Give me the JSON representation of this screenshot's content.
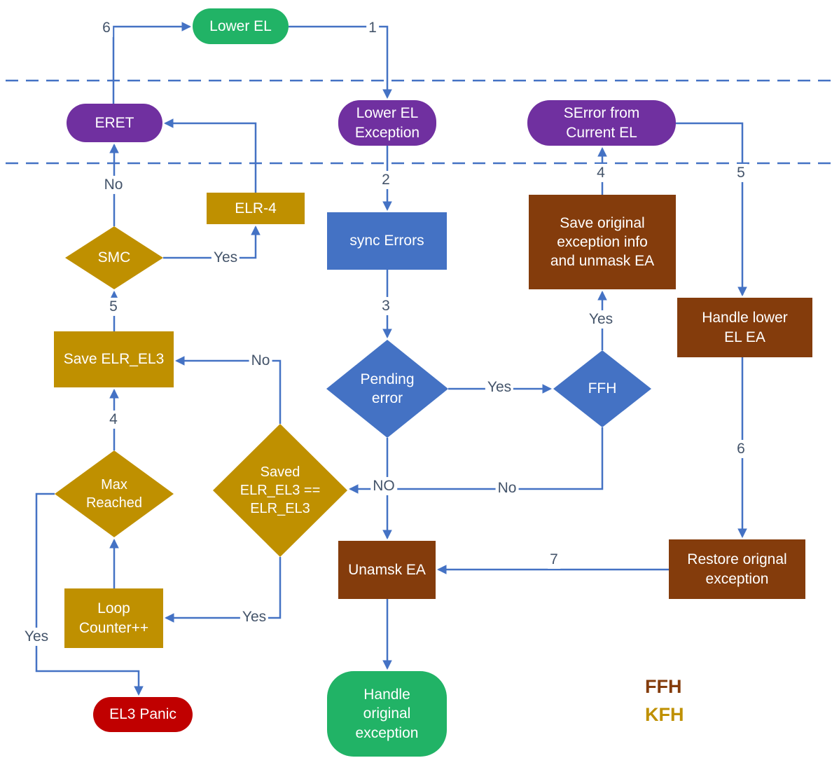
{
  "nodes": {
    "lower_el": {
      "label": "Lower EL",
      "type": "terminator"
    },
    "eret": {
      "label": "ERET",
      "type": "terminator"
    },
    "lower_el_exception": {
      "label": "Lower EL\nException",
      "type": "terminator"
    },
    "serror_from_current_el": {
      "label": "SError from\nCurrent EL",
      "type": "terminator"
    },
    "sync_errors": {
      "label": "sync Errors",
      "type": "process"
    },
    "save_original_exception": {
      "label": "Save original\nexception info\nand unmask EA",
      "type": "process"
    },
    "handle_lower_el_ea": {
      "label": "Handle lower\nEL EA",
      "type": "process"
    },
    "pending_error": {
      "label": "Pending\nerror",
      "type": "decision"
    },
    "ffh": {
      "label": "FFH",
      "type": "decision"
    },
    "elr_4": {
      "label": "ELR-4",
      "type": "process"
    },
    "smc": {
      "label": "SMC",
      "type": "decision"
    },
    "save_elr_el3": {
      "label": "Save ELR_EL3",
      "type": "process"
    },
    "max_reached": {
      "label": "Max\nReached",
      "type": "decision"
    },
    "saved_elr_el3_eq": {
      "label": "Saved\nELR_EL3 ==\nELR_EL3",
      "type": "decision"
    },
    "loop_counter": {
      "label": "Loop\nCounter++",
      "type": "process"
    },
    "unmask_ea": {
      "label": "Unamsk EA",
      "type": "process"
    },
    "restore_original_exception": {
      "label": "Restore orignal\nexception",
      "type": "process"
    },
    "handle_original_exception": {
      "label": "Handle\noriginal\nexception",
      "type": "terminator"
    },
    "el3_panic": {
      "label": "EL3 Panic",
      "type": "terminator"
    }
  },
  "edges": {
    "eret_to_lower_el": {
      "from": "eret",
      "to": "lower_el",
      "label": "6"
    },
    "lower_el_to_exception": {
      "from": "lower_el",
      "to": "lower_el_exception",
      "label": "1"
    },
    "exception_to_sync_errors": {
      "from": "lower_el_exception",
      "to": "sync_errors",
      "label": "2"
    },
    "sync_errors_to_pending": {
      "from": "sync_errors",
      "to": "pending_error",
      "label": "3"
    },
    "pending_to_ffh": {
      "from": "pending_error",
      "to": "ffh",
      "label": "Yes"
    },
    "pending_to_unmask": {
      "from": "pending_error",
      "to": "unmask_ea",
      "label": "NO"
    },
    "ffh_to_save_original": {
      "from": "ffh",
      "to": "save_original_exception",
      "label": "Yes"
    },
    "ffh_to_saved_elr": {
      "from": "ffh",
      "to": "saved_elr_el3_eq",
      "label": "No"
    },
    "save_original_to_serror": {
      "from": "save_original_exception",
      "to": "serror_from_current_el",
      "label": "4"
    },
    "serror_to_handle_lower": {
      "from": "serror_from_current_el",
      "to": "handle_lower_el_ea",
      "label": "5"
    },
    "handle_lower_to_restore": {
      "from": "handle_lower_el_ea",
      "to": "restore_original_exception",
      "label": "6"
    },
    "restore_to_unmask": {
      "from": "restore_original_exception",
      "to": "unmask_ea",
      "label": "7"
    },
    "unmask_to_handle_original": {
      "from": "unmask_ea",
      "to": "handle_original_exception",
      "label": ""
    },
    "saved_elr_to_save_elr": {
      "from": "saved_elr_el3_eq",
      "to": "save_elr_el3",
      "label": "No"
    },
    "saved_elr_to_loop": {
      "from": "saved_elr_el3_eq",
      "to": "loop_counter",
      "label": "Yes"
    },
    "loop_to_max": {
      "from": "loop_counter",
      "to": "max_reached",
      "label": ""
    },
    "max_to_save_elr": {
      "from": "max_reached",
      "to": "save_elr_el3",
      "label": "4"
    },
    "max_to_panic": {
      "from": "max_reached",
      "to": "el3_panic",
      "label": "Yes"
    },
    "save_elr_to_smc": {
      "from": "save_elr_el3",
      "to": "smc",
      "label": "5"
    },
    "smc_to_eret": {
      "from": "smc",
      "to": "eret",
      "label": "No"
    },
    "smc_to_elr4": {
      "from": "smc",
      "to": "elr_4",
      "label": "Yes"
    },
    "elr4_to_eret": {
      "from": "elr_4",
      "to": "eret",
      "label": ""
    }
  },
  "legend": {
    "ffh_label": "FFH",
    "kfh_label": "KFH"
  },
  "colors": {
    "green": "#21B366",
    "purple": "#7030A0",
    "blue": "#4472C4",
    "brown": "#843C0C",
    "gold": "#BF9000",
    "red": "#C00000",
    "line": "#4472C4",
    "label": "#44546A"
  }
}
